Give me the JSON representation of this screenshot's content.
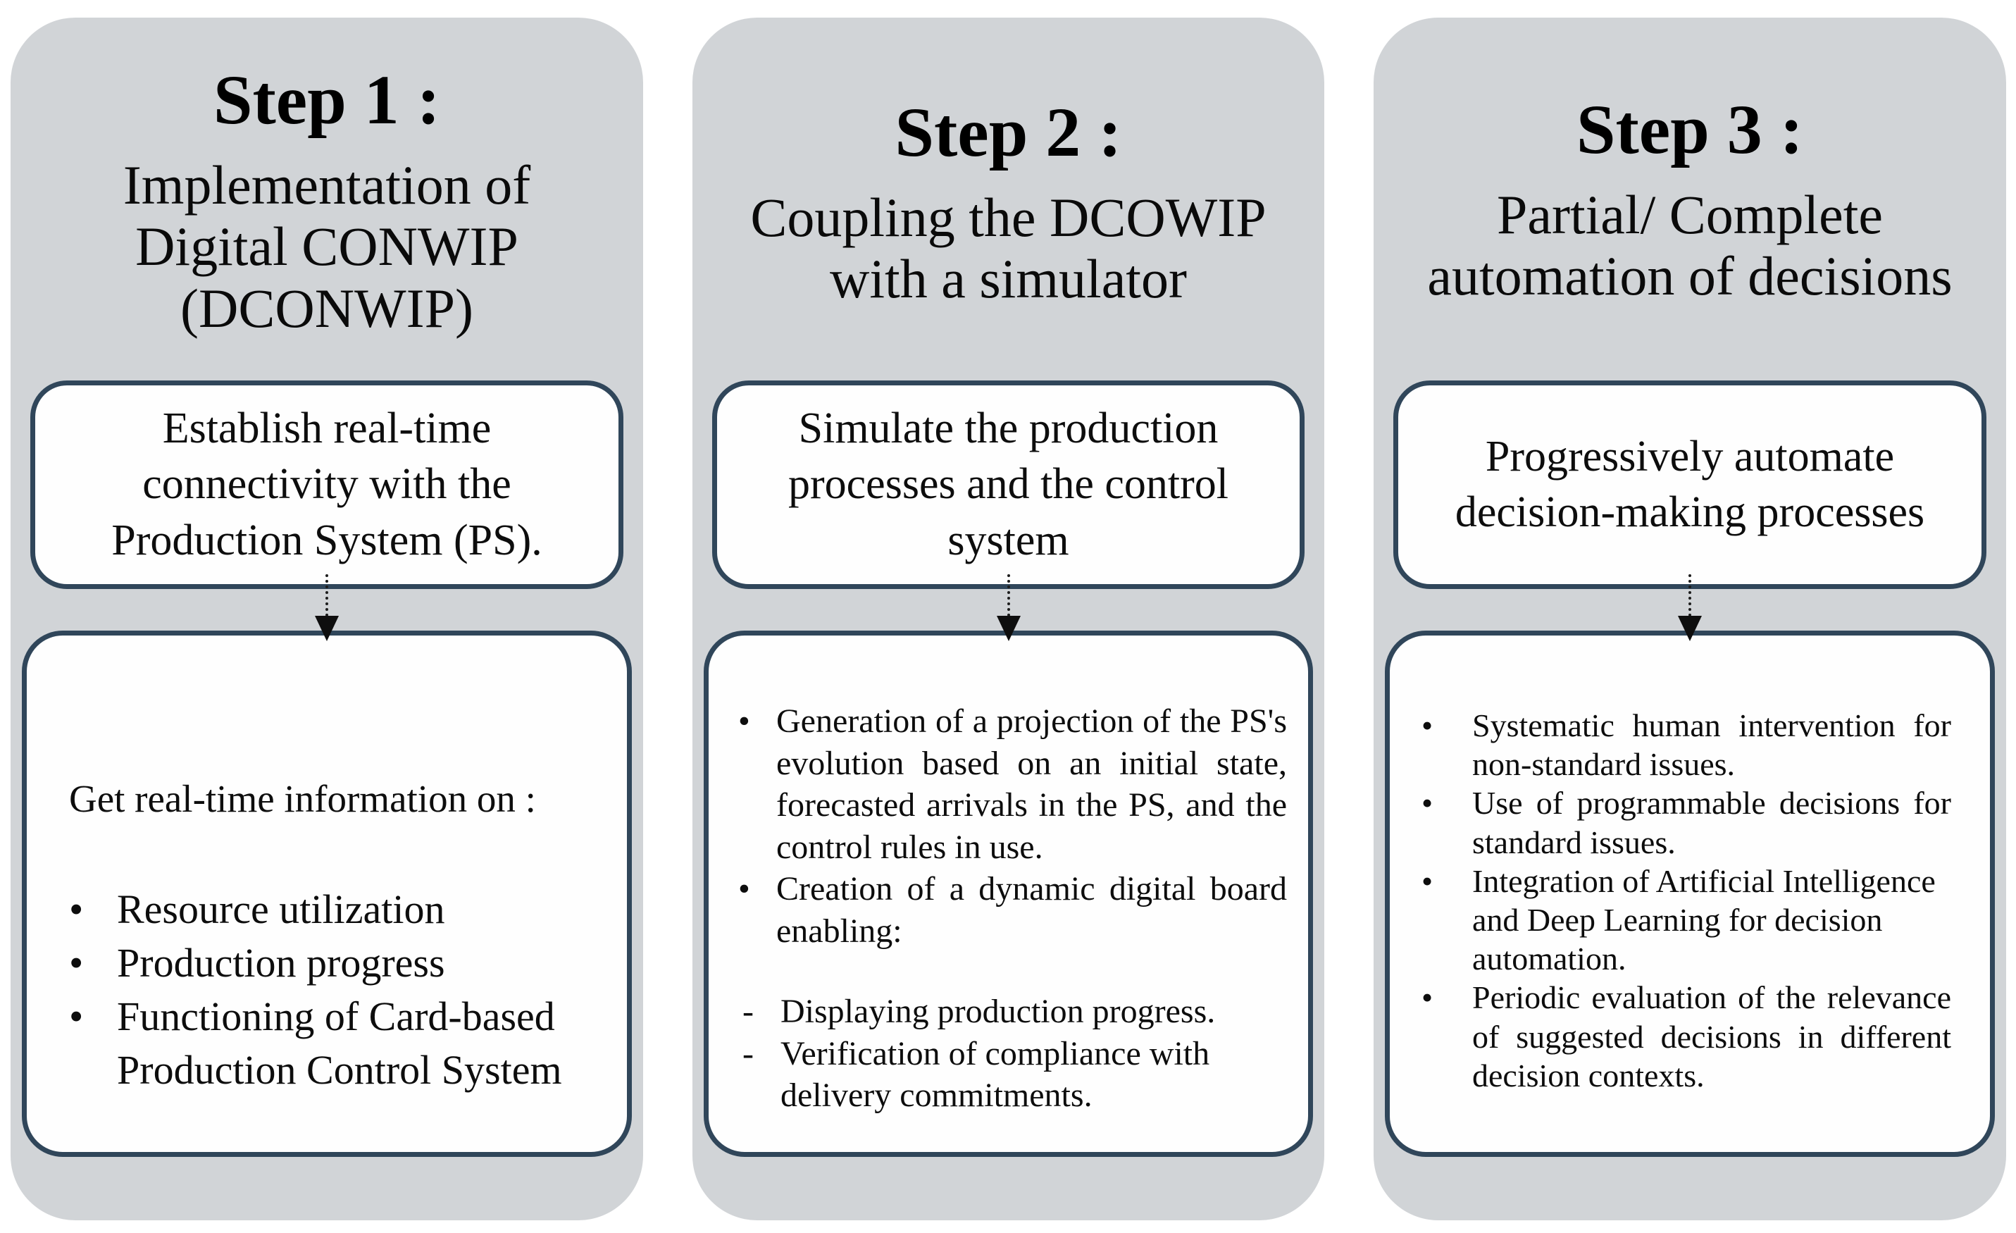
{
  "figure": {
    "background_color": "#ffffff",
    "panel_color": "#d1d4d7",
    "box_border_color": "#30465a",
    "text_color": "#0d0d0d"
  },
  "markers": {
    "bullet": "•",
    "dash": "-"
  },
  "steps": [
    {
      "title": "Step 1 :",
      "subtitle_lines": [
        "Implementation of",
        "Digital CONWIP",
        "(DCONWIP)"
      ],
      "box1_lines": [
        "Establish real-time",
        "connectivity with the",
        "Production System (PS)."
      ],
      "box2": {
        "intro": "Get real-time information on :",
        "bullets": [
          "Resource utilization",
          "Production progress",
          "Functioning of Card-based Production Control System"
        ]
      }
    },
    {
      "title": "Step 2 :",
      "subtitle_lines": [
        "Coupling the DCOWIP",
        "with a simulator"
      ],
      "box1_lines": [
        "Simulate the production",
        "processes and the control",
        "system"
      ],
      "box2": {
        "bullets": [
          "Generation of a projection of the PS's evolution based on an initial state, forecasted arrivals in the PS, and the control rules in use.",
          "Creation of a dynamic digital board enabling:"
        ],
        "sub_items": [
          "Displaying production progress.",
          "Verification of compliance with delivery commitments."
        ]
      }
    },
    {
      "title": "Step 3 :",
      "subtitle_lines": [
        "Partial/ Complete",
        "automation of decisions"
      ],
      "box1_lines": [
        "Progressively automate",
        "decision-making processes"
      ],
      "box2": {
        "bullets": [
          "Systematic human intervention for non-standard issues.",
          "Use of programmable decisions for standard issues.",
          "Integration of Artificial Intelligence and Deep Learning for decision automation.",
          "Periodic evaluation of the relevance of suggested decisions in different decision contexts."
        ]
      }
    }
  ]
}
